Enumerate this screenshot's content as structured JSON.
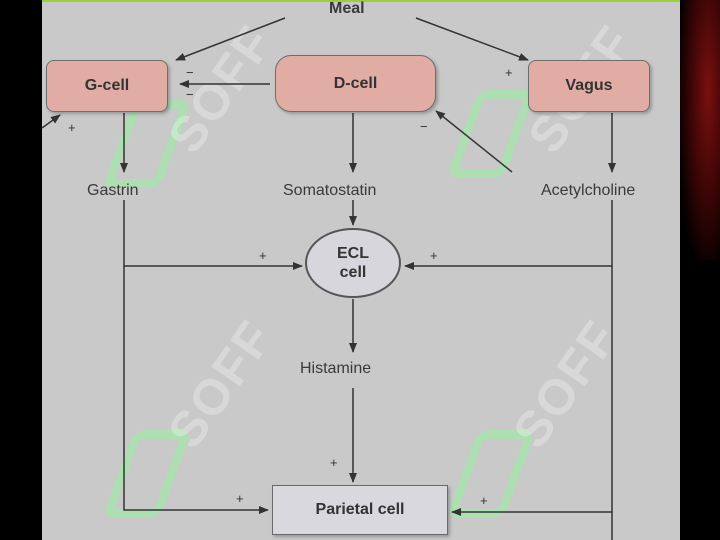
{
  "diagram": {
    "meal": "Meal",
    "g_cell": "G-cell",
    "d_cell": "D-cell",
    "vagus": "Vagus",
    "gastrin": "Gastrin",
    "somatostatin": "Somatostatin",
    "acetylcholine": "Acetylcholine",
    "ecl_line1": "ECL",
    "ecl_line2": "cell",
    "histamine": "Histamine",
    "parietal_cell": "Parietal cell",
    "plus": "+",
    "minus": "−"
  },
  "watermark": "SOFF",
  "colors": {
    "panel": "#c9c9c9",
    "cell_box": "#e0aca4",
    "ecl_fill": "#d6d6dc",
    "watermark_logo": "#96f0a0",
    "accent_line": "#9ccf3a"
  }
}
